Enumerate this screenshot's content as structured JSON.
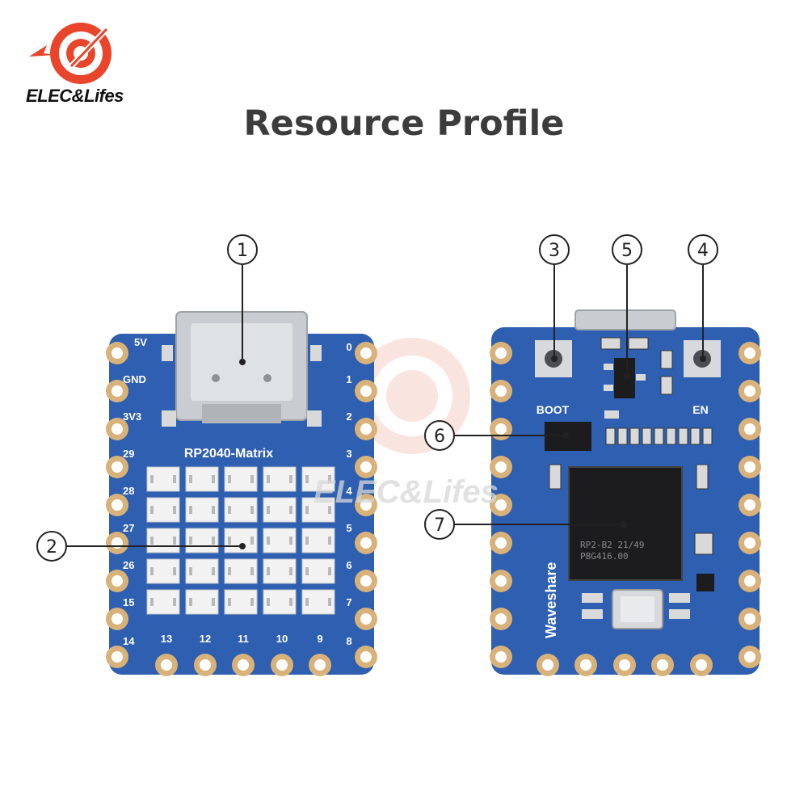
{
  "brand": {
    "name": "ELEC&Lifes",
    "primary_color": "#e8452b",
    "watermark": "ELEC&Lifes"
  },
  "title": "Resource Profile",
  "callouts": [
    "1",
    "2",
    "3",
    "4",
    "5",
    "6",
    "7"
  ],
  "front_board": {
    "label": "RP2040-Matrix",
    "left_pins": [
      "5V",
      "GND",
      "3V3",
      "29",
      "28",
      "27",
      "26",
      "15",
      "14"
    ],
    "right_pins": [
      "0",
      "1",
      "2",
      "3",
      "4",
      "5",
      "6",
      "7",
      "8"
    ],
    "bottom_pins": [
      "13",
      "12",
      "11",
      "10",
      "9"
    ]
  },
  "back_board": {
    "boot_label": "BOOT",
    "en_label": "EN",
    "brand_label": "Waveshare",
    "chip_line1": "RP2-B2  21/49",
    "chip_line2": "PBG416.00"
  },
  "colors": {
    "pcb": "#2f5fb0",
    "pad": "#d9b27a",
    "connector": "#c9ccd0",
    "chip": "#1c1c1e"
  }
}
